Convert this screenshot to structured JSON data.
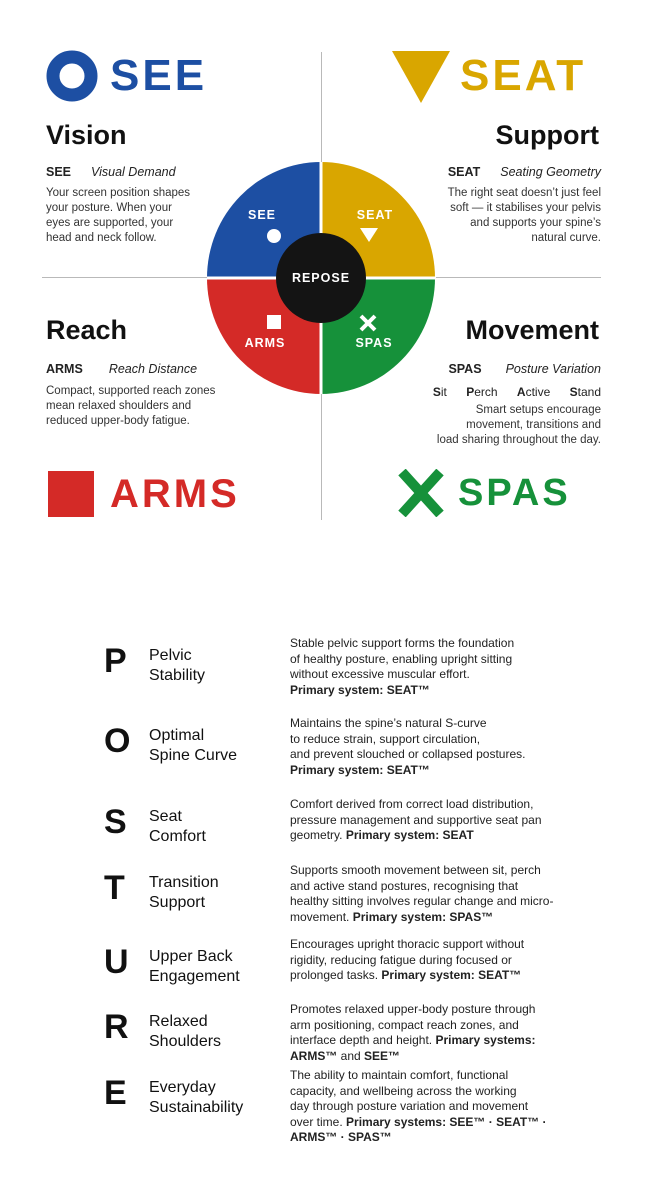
{
  "brands": {
    "see": {
      "label": "SEE",
      "color": "#1d4fa3"
    },
    "seat": {
      "label": "SEAT",
      "color": "#d9a600"
    },
    "arms": {
      "label": "ARMS",
      "color": "#d42a27"
    },
    "spas": {
      "label": "SPAS",
      "color": "#16913a"
    }
  },
  "quadrants": {
    "vision": {
      "title": "Vision",
      "code": "SEE",
      "subtitle": "Visual Demand",
      "lines": [
        "Your screen position shapes",
        "your posture. When your",
        "eyes are supported, your",
        "head and neck follow."
      ]
    },
    "support": {
      "title": "Support",
      "code": "SEAT",
      "subtitle": "Seating Geometry",
      "lines": [
        "The right seat doesn’t just feel",
        "soft — it stabilises your pelvis",
        "and supports your spine’s",
        "natural curve."
      ]
    },
    "reach": {
      "title": "Reach",
      "code": "ARMS",
      "subtitle": "Reach Distance",
      "lines": [
        "Compact, supported reach zones",
        "mean relaxed shoulders and",
        "reduced upper-body fatigue."
      ]
    },
    "movement": {
      "title": "Movement",
      "code": "SPAS",
      "subtitle": "Posture Variation",
      "spas_words": [
        {
          "initial": "S",
          "rest": "it"
        },
        {
          "initial": "P",
          "rest": "erch"
        },
        {
          "initial": "A",
          "rest": "ctive"
        },
        {
          "initial": "S",
          "rest": "tand"
        }
      ],
      "lines": [
        "Smart setups encourage",
        "movement, transitions and",
        "load sharing throughout the day."
      ]
    }
  },
  "wheel": {
    "center": "REPOSE",
    "segments": {
      "see": "SEE",
      "seat": "SEAT",
      "arms": "ARMS",
      "spas": "SPAS"
    }
  },
  "posture": [
    {
      "letter": "P",
      "name1": "Pelvic",
      "name2": "Stability",
      "lines": [
        "Stable pelvic support forms the foundation",
        "of healthy posture, enabling upright sitting",
        "without excessive muscular effort."
      ],
      "primary": "Primary system: SEAT™",
      "inline": false
    },
    {
      "letter": "O",
      "name1": "Optimal",
      "name2": "Spine Curve",
      "lines": [
        "Maintains the spine’s natural S-curve",
        "to reduce strain, support circulation,",
        "and prevent slouched or collapsed postures."
      ],
      "primary": "Primary system: SEAT™",
      "inline": false
    },
    {
      "letter": "S",
      "name1": "Seat",
      "name2": "Comfort",
      "lines": [
        "Comfort derived from correct load distribution,",
        "pressure management and supportive seat pan"
      ],
      "last": "geometry. ",
      "primary": "Primary system: SEAT",
      "inline": true
    },
    {
      "letter": "T",
      "name1": "Transition",
      "name2": "Support",
      "lines": [
        "Supports smooth movement between sit, perch",
        "and active stand postures, recognising that",
        "healthy sitting involves regular change and micro-"
      ],
      "last": "movement. ",
      "primary": "Primary system: SPAS™",
      "inline": true
    },
    {
      "letter": "U",
      "name1": "Upper Back",
      "name2": "Engagement",
      "lines": [
        "Encourages upright thoracic support without",
        "rigidity, reducing fatigue during focused or"
      ],
      "last": "prolonged tasks. ",
      "primary": "Primary system: SEAT™",
      "inline": true
    },
    {
      "letter": "R",
      "name1": "Relaxed",
      "name2": "Shoulders",
      "lines": [
        "Promotes relaxed upper-body posture through",
        "arm positioning, compact reach zones, and"
      ],
      "last": "interface depth and height. ",
      "primary": "Primary systems:",
      "primary2a": "ARMS™",
      "and": " and ",
      "primary2b": "SEE™",
      "inline": "split"
    },
    {
      "letter": "E",
      "name1": "Everyday",
      "name2": "Sustainability",
      "lines": [
        "The ability to maintain comfort, functional",
        "capacity, and wellbeing across the working",
        "day through posture variation and movement"
      ],
      "last": "over time. ",
      "primary": "Primary systems: SEE™ · SEAT™ ·",
      "primary2a": "ARMS™ · SPAS™",
      "inline": "wrap"
    }
  ]
}
